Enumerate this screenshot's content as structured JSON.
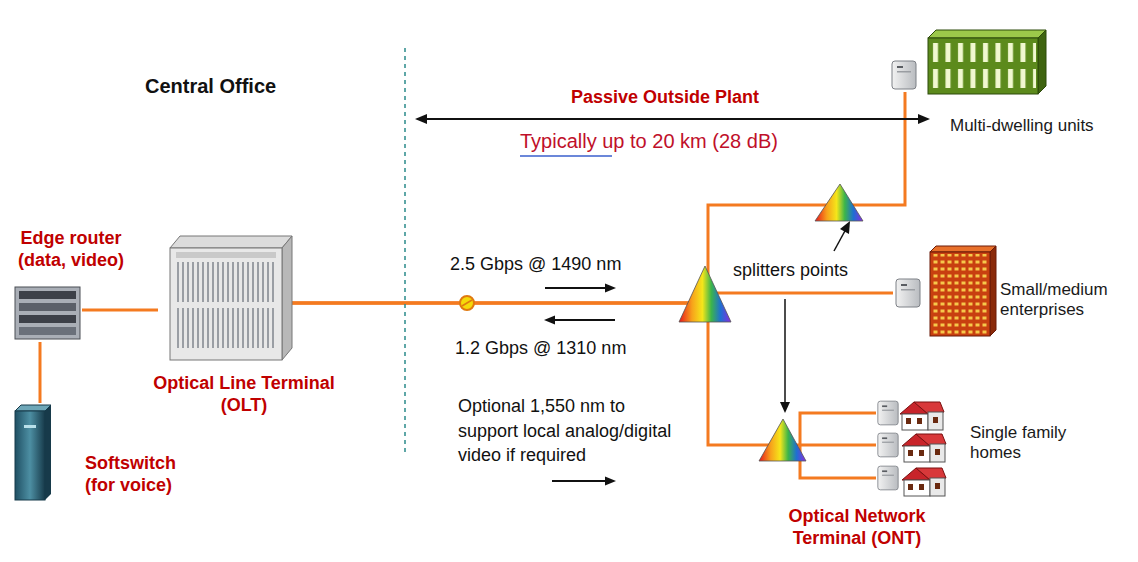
{
  "diagram": {
    "nodes": [
      {
        "text": [
          "Edge router (data, video)"
        ]
      },
      {
        "text": [
          "Softswitch (for voice)"
        ]
      },
      {
        "text": [
          "Optical Line Terminal (OLT)"
        ]
      },
      {
        "text": [
          "Multi-dwelling units"
        ]
      },
      {
        "text": [
          "Small/medium enterprises"
        ]
      },
      {
        "text": [
          "Single family homes"
        ]
      }
    ],
    "edges": [
      {
        "from": 0,
        "to": 2,
        "arrow": "none"
      },
      {
        "from": 0,
        "to": 1,
        "arrow": "none"
      },
      {
        "from": 2,
        "to": 3,
        "arrow": "none"
      },
      {
        "from": 2,
        "to": 4,
        "arrow": "none"
      },
      {
        "from": 2,
        "to": 5,
        "arrow": "none"
      }
    ],
    "labels": [
      "Central Office",
      "Passive Outside Plant",
      "Typically up to 20 km (28 dB)",
      "2.5 Gbps @ 1490 nm",
      "1.2 Gbps @ 1310 nm",
      "Optional 1,550 nm to support local analog/digital video if required",
      "splitters points",
      "Optical Network Terminal (ONT)"
    ]
  }
}
